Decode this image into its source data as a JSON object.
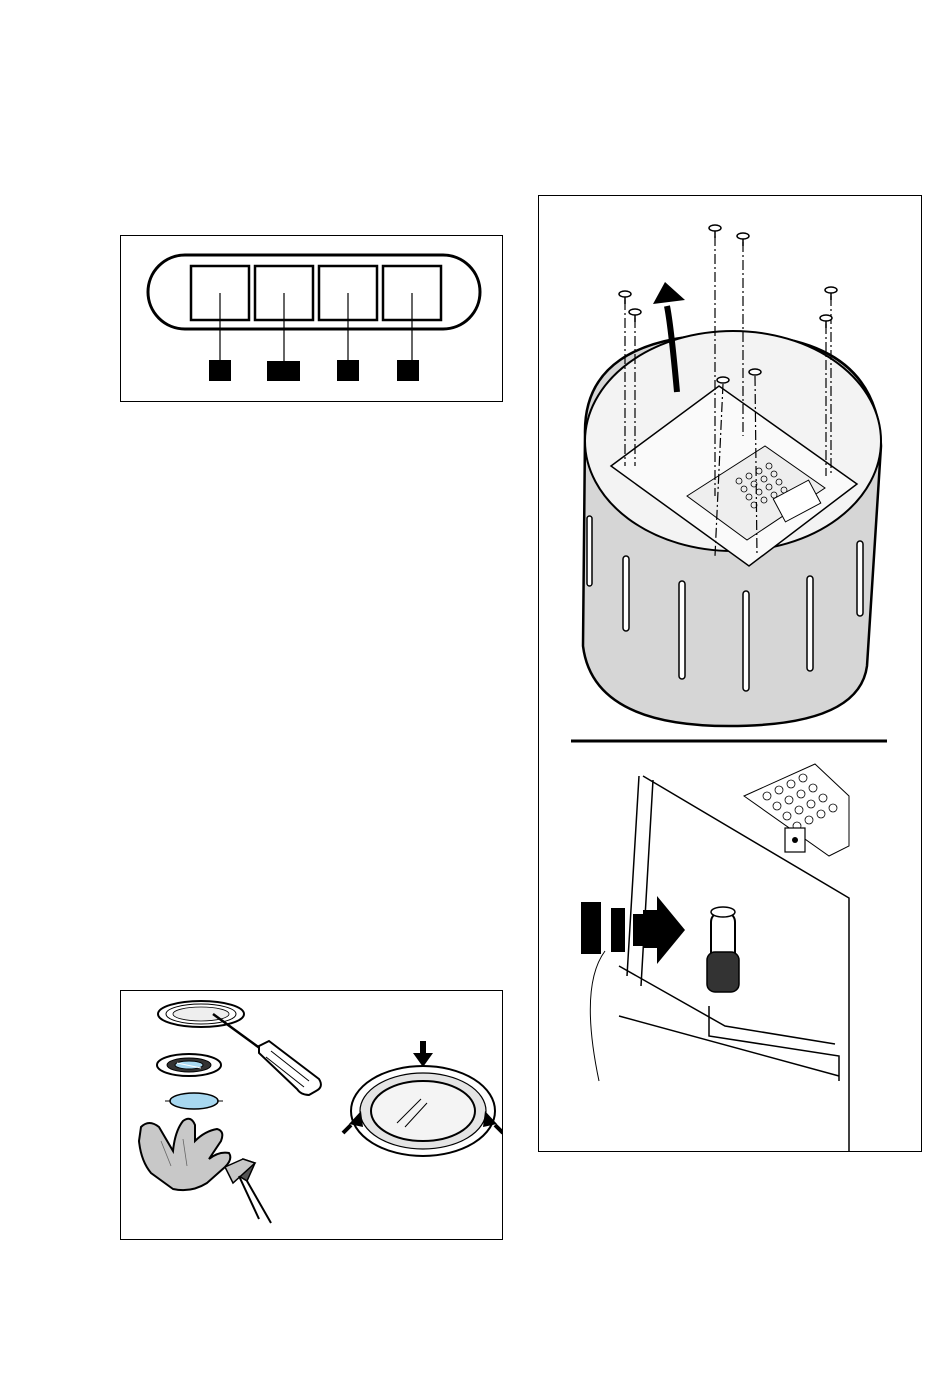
{
  "figures": [
    {
      "id": "control-panel",
      "callout_count": 4
    },
    {
      "id": "lamp-replacement"
    },
    {
      "id": "hood-installation"
    }
  ],
  "colors": {
    "line": "#000000",
    "glass_blue": "#a8d8f0",
    "cylinder": "#d6d6d6",
    "glove": "#c8c8c8"
  },
  "icons": [
    "screw-icon",
    "arrow-up-icon",
    "screwdriver-icon",
    "glove-icon",
    "push-arrow-icon"
  ]
}
